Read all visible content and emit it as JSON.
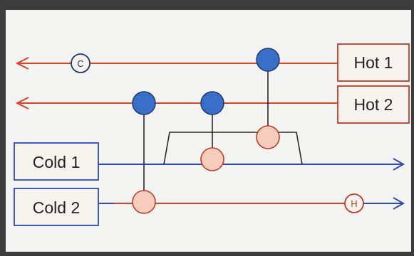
{
  "streams": {
    "hot1": {
      "label": "Hot 1"
    },
    "hot2": {
      "label": "Hot 2"
    },
    "cold1": {
      "label": "Cold 1"
    },
    "cold2": {
      "label": "Cold 2"
    }
  },
  "utilities": {
    "cooler": {
      "label": "C"
    },
    "heater": {
      "label": "H"
    }
  },
  "colors": {
    "hot_line": "#d8442a",
    "cold_line": "#2f49b5",
    "hot_node": "#3a6fc9",
    "cold_node": "#f6cdbd",
    "node_outline_hot": "#23386e",
    "node_outline_cold": "#c23d25"
  }
}
